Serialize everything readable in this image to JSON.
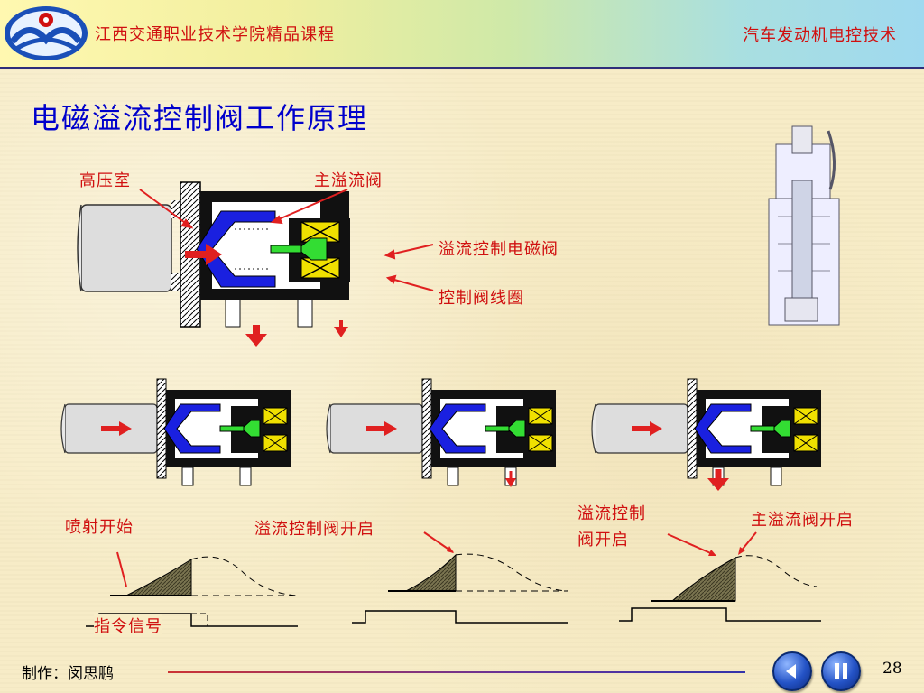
{
  "header": {
    "school": "江西交通职业技术学院精品课程",
    "course": "汽车发动机电控技术"
  },
  "slide": {
    "title": "电磁溢流控制阀工作原理"
  },
  "labels": {
    "high_pressure_chamber": "高压室",
    "main_overflow_valve": "主溢流阀",
    "overflow_control_solenoid": "溢流控制电磁阀",
    "control_valve_coil": "控制阀线圈",
    "injection_start": "喷射开始",
    "overflow_control_open": "溢流控制阀开启",
    "overflow_control_open_line1": "溢流控制",
    "overflow_control_open_line2": "阀开启",
    "main_overflow_open": "主溢流阀开启",
    "command_signal": "指令信号"
  },
  "footer": {
    "author": "制作：闵思鹏",
    "page_number": "28"
  },
  "icons": {
    "prev": "previous-icon",
    "pause": "pause-icon"
  },
  "colors": {
    "title": "#0000cc",
    "label": "#d01010",
    "valve_blue": "#1020d8",
    "solenoid_green": "#22cc22",
    "coil_yellow": "#f0e000",
    "arrow_red": "#e02020"
  }
}
